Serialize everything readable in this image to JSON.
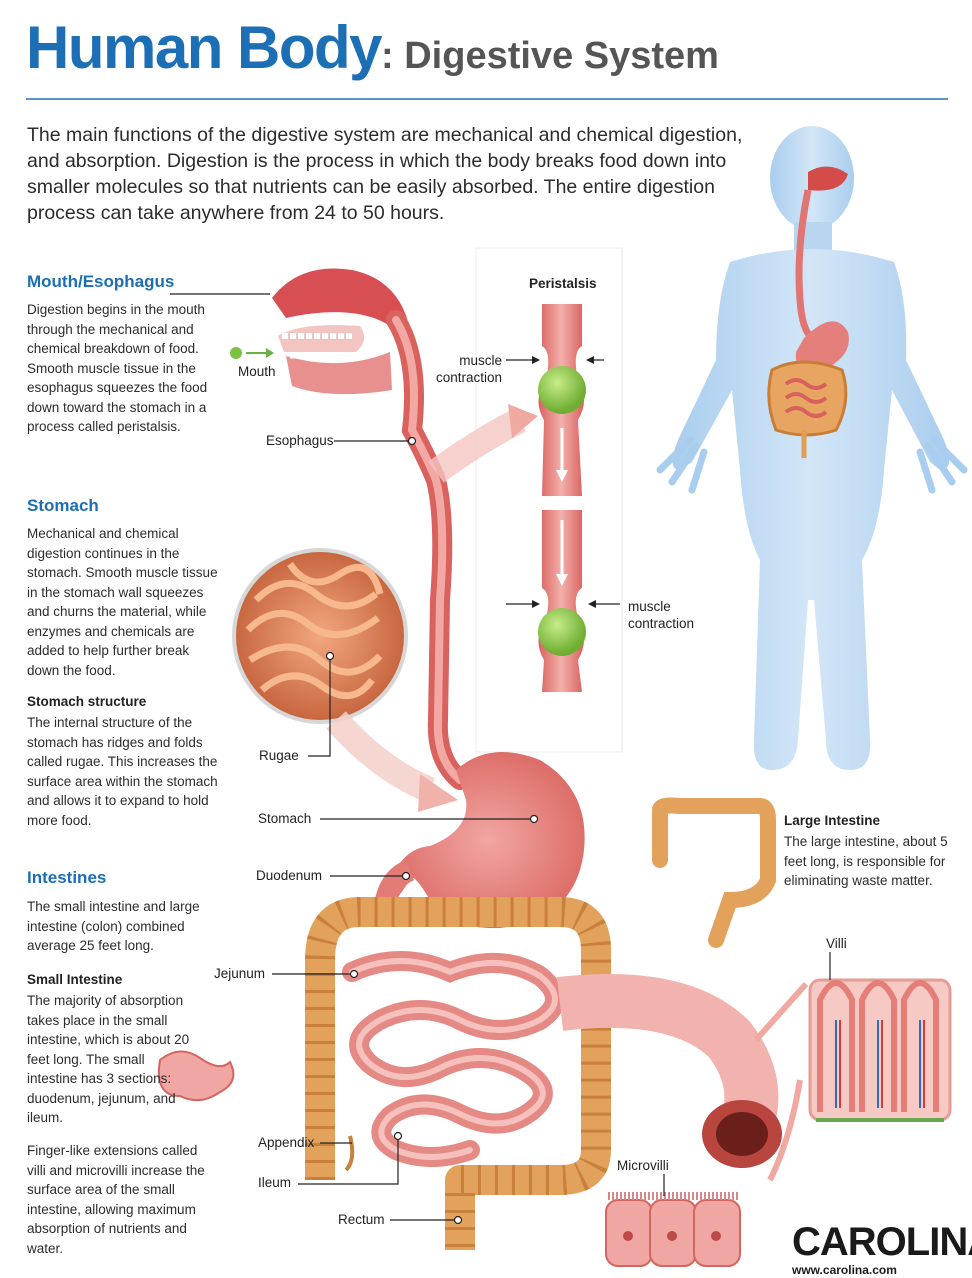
{
  "header": {
    "title_main": "Human Body",
    "title_sub": ": Digestive System",
    "intro": "The main functions of the digestive system are mechanical and chemical digestion, and absorption. Digestion is the process in which the body breaks food down into smaller molecules so that nutrients can be easily absorbed. The entire digestion process can take anywhere from 24 to 50 hours."
  },
  "sections": {
    "mouth": {
      "heading": "Mouth/Esophagus",
      "text": "Digestion begins in the mouth through the mechanical and chemical breakdown of food. Smooth muscle tissue in the esophagus squeezes the food down toward the stomach in a process called peristalsis."
    },
    "stomach": {
      "heading": "Stomach",
      "text": "Mechanical and chemical digestion continues in the stomach. Smooth muscle tissue in the stomach wall squeezes and churns the material, while enzymes and chemicals are added to help further break down the food.",
      "structure_heading": "Stomach structure",
      "structure_text": "The internal structure of the stomach has ridges and folds called rugae. This increases the surface area within the stomach and allows it to expand to hold more food."
    },
    "intestines": {
      "heading": "Intestines",
      "text": "The small intestine and large intestine (colon) combined average 25 feet long.",
      "small_heading": "Small Intestine",
      "small_text": "The majority of absorption takes place in the small intestine, which is about 20 feet long. The small intestine has 3 sections: duodenum, jejunum, and ileum.",
      "villi_text": "Finger-like extensions called villi and microvilli increase the surface area of the small intestine, allowing maximum absorption of nutrients and water."
    },
    "large_intestine": {
      "heading": "Large Intestine",
      "text": "The large intestine, about 5 feet long, is responsible for eliminating waste matter."
    }
  },
  "labels": {
    "mouth": "Mouth",
    "esophagus": "Esophagus",
    "rugae": "Rugae",
    "stomach": "Stomach",
    "duodenum": "Duodenum",
    "jejunum": "Jejunum",
    "appendix": "Appendix",
    "ileum": "Ileum",
    "rectum": "Rectum",
    "peristalsis": "Peristalsis",
    "muscle_contraction_1": "muscle contraction",
    "muscle_contraction_2": "muscle contraction",
    "villi": "Villi",
    "microvilli": "Microvilli"
  },
  "logo": {
    "name": "CAROLINA",
    "url": "www.carolina.com"
  },
  "colors": {
    "title_blue": "#1d6fb5",
    "body_blue": "#b9d6f0",
    "organ_pink": "#e98a88",
    "organ_dark": "#c7504f",
    "colon_tan": "#e0a25a",
    "food_green": "#8fca4a"
  }
}
